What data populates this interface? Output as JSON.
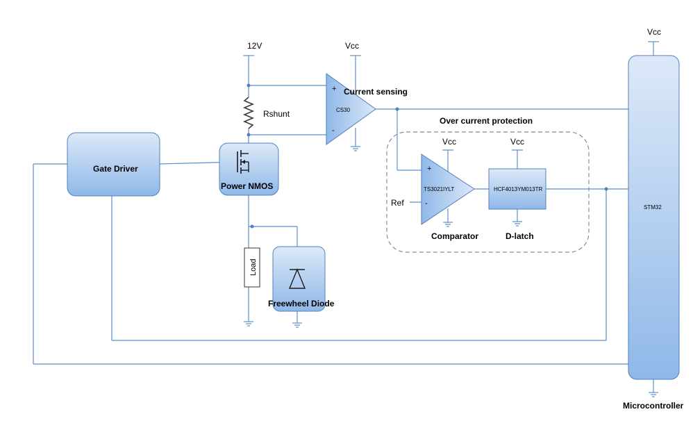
{
  "labels": {
    "supply_12v": "12V",
    "vcc_amp": "Vcc",
    "vcc_mcu": "Vcc",
    "vcc_comp": "Vcc",
    "vcc_latch": "Vcc",
    "rshunt": "Rshunt",
    "current_sensing": "Current sensing",
    "amp_part": "CS30",
    "amp_plus": "+",
    "amp_minus": "-",
    "gate_driver": "Gate Driver",
    "power_nmos": "Power NMOS",
    "ocp_title": "Over current protection",
    "comp_part": "TS3021IYLT",
    "comp_plus": "+",
    "comp_minus": "-",
    "ref": "Ref",
    "comparator": "Comparator",
    "latch_part": "HCF4013YM013TR",
    "dlatch": "D-latch",
    "load": "Load",
    "freewheel": "Freewheel Diode",
    "mcu_part": "STM32",
    "microcontroller": "Microcontroller"
  },
  "colors": {
    "wire": "#5b8fc9",
    "block_top": "#dce9f8",
    "block_bottom": "#94bcea",
    "block_stroke": "#4f81bd",
    "dashed_border": "#7a8ea6"
  }
}
